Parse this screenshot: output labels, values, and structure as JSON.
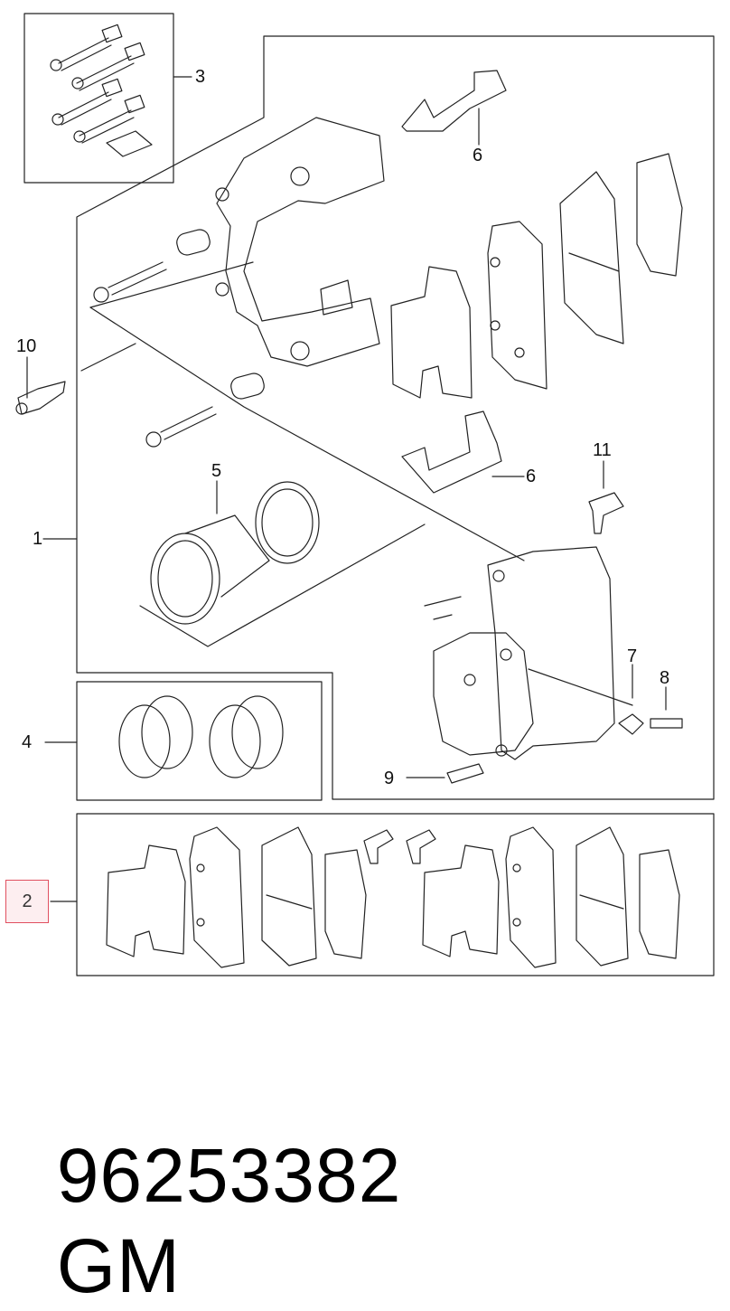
{
  "callouts": {
    "c1": "1",
    "c2": "2",
    "c3": "3",
    "c4": "4",
    "c5": "5",
    "c6a": "6",
    "c6b": "6",
    "c7": "7",
    "c8": "8",
    "c9": "9",
    "c10": "10",
    "c11": "11"
  },
  "highlight_color": "#e05060",
  "footer": {
    "part_number": "96253382",
    "brand": "GM"
  }
}
